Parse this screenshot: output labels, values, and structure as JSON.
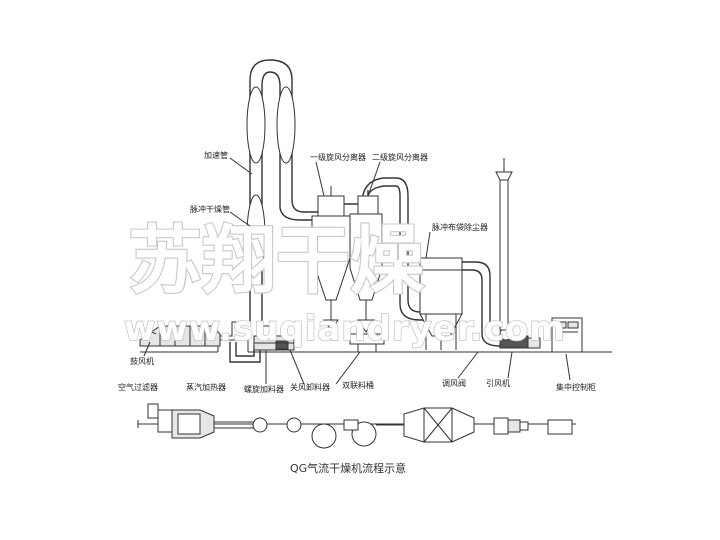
{
  "diagram": {
    "caption": "QG气流干燥机流程示意",
    "watermark": {
      "brand": "苏翔干燥",
      "url": "www.suqiandryer.com"
    },
    "labels": {
      "heating_pipe": "加速管",
      "pulse_dry_pipe": "脉冲干燥管",
      "cyclone_1": "一级旋风分离器",
      "cyclone_2": "二级旋风分离器",
      "pulse_bag_filter": "脉冲布袋除尘器",
      "blower": "鼓风机",
      "air_filter": "空气过滤器",
      "steam_heater": "蒸汽加热器",
      "screw_feeder": "螺旋加料器",
      "discharge_feeder": "关风卸料器",
      "double_hopper": "双联料桶",
      "damper_valve": "调风阀",
      "induced_fan": "引风机",
      "control_cabinet": "集中控制柜"
    }
  }
}
